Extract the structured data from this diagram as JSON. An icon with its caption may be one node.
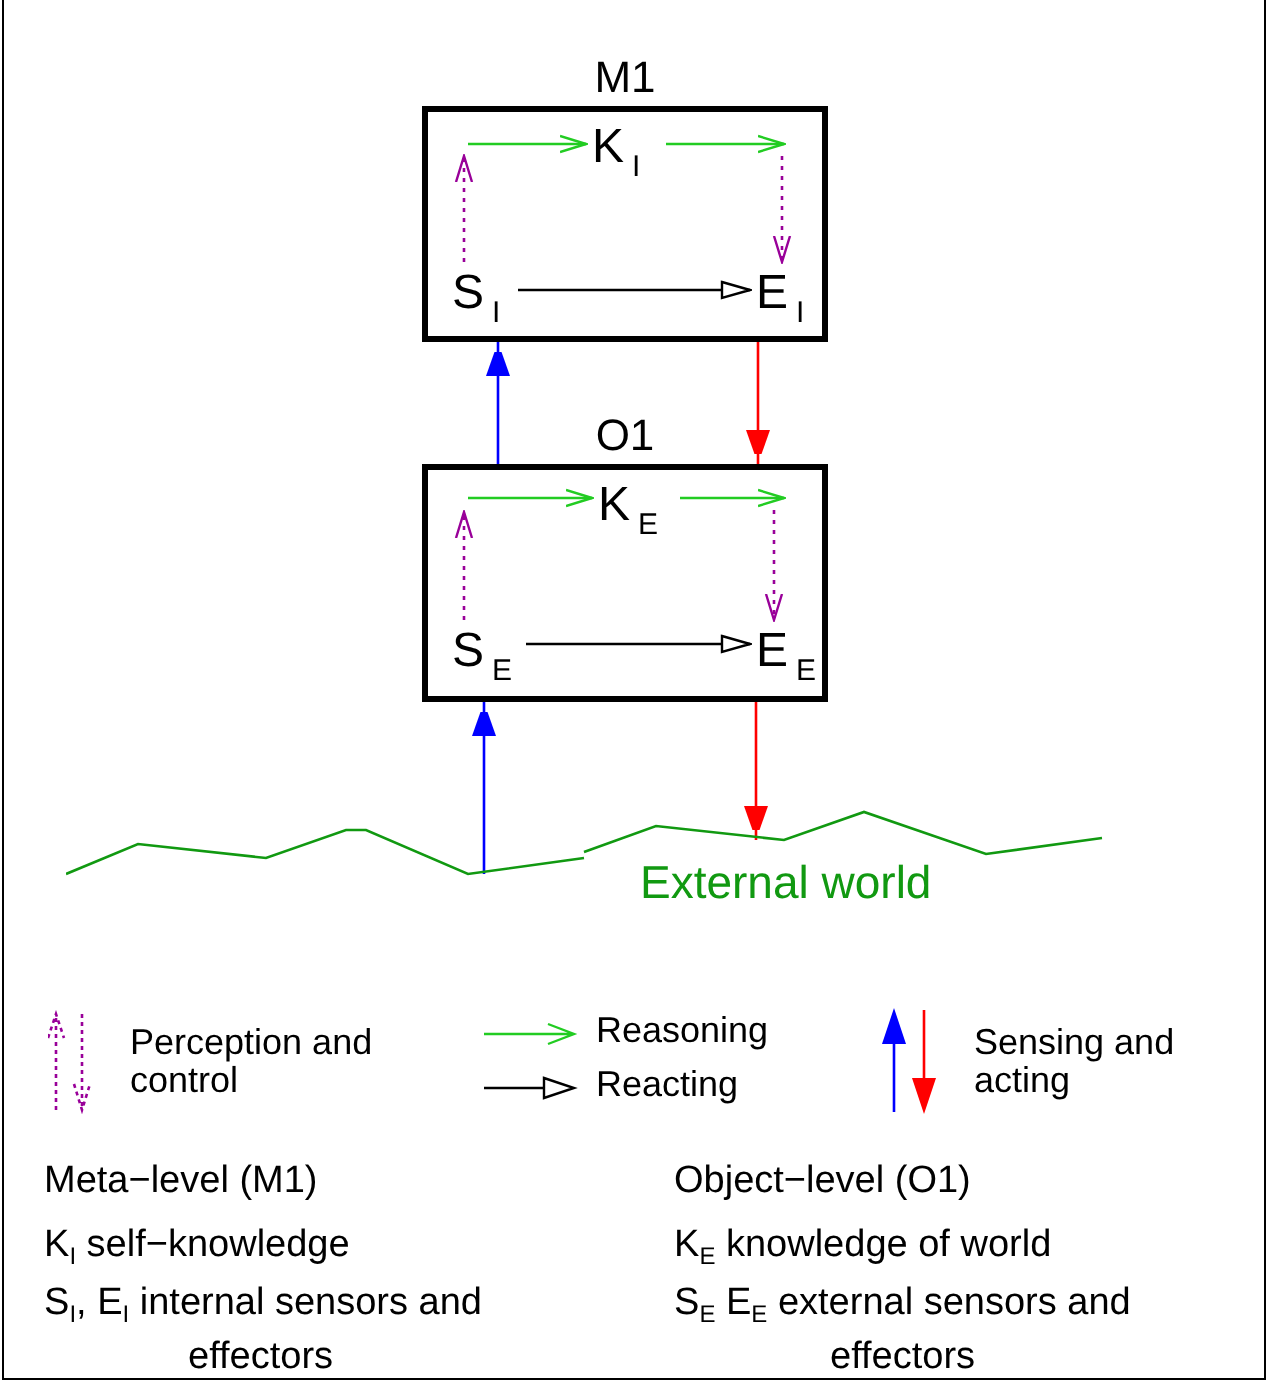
{
  "diagram": {
    "nodes": [
      {
        "text": [
          "M1"
        ]
      },
      {
        "text": [
          "K$_{I}$"
        ],
        "in": 0
      },
      {
        "text": [
          "S$_{I}$"
        ],
        "in": 0
      },
      {
        "text": [
          "E$_{I}$"
        ],
        "in": 0
      },
      {
        "text": [
          "O1"
        ]
      },
      {
        "text": [
          "K$_{E}$"
        ],
        "in": 4
      },
      {
        "text": [
          "S$_{E}$"
        ],
        "in": 4
      },
      {
        "text": [
          "E$_{E}$"
        ],
        "in": 4
      },
      {
        "text": [
          "External world"
        ]
      }
    ],
    "edges": [
      {
        "from": 2,
        "to": null,
        "arrow": "to",
        "style": "dashed",
        "color": "#990099"
      },
      {
        "from": null,
        "to": 1,
        "arrow": "to",
        "color": "#22cc22"
      },
      {
        "from": 1,
        "to": null,
        "arrow": "to",
        "color": "#22cc22"
      },
      {
        "from": null,
        "to": 3,
        "arrow": "to",
        "style": "dashed",
        "color": "#990099"
      },
      {
        "from": 2,
        "to": 3,
        "arrow": "to",
        "color": "#000000"
      },
      {
        "from": 6,
        "to": null,
        "arrow": "to",
        "style": "dashed",
        "color": "#990099"
      },
      {
        "from": null,
        "to": 5,
        "arrow": "to",
        "color": "#22cc22"
      },
      {
        "from": 5,
        "to": null,
        "arrow": "to",
        "color": "#22cc22"
      },
      {
        "from": null,
        "to": 7,
        "arrow": "to",
        "style": "dashed",
        "color": "#990099"
      },
      {
        "from": 6,
        "to": 7,
        "arrow": "to",
        "color": "#000000"
      },
      {
        "from": 4,
        "to": 0,
        "arrow": "to",
        "color": "#0000ff"
      },
      {
        "from": 0,
        "to": 4,
        "arrow": "to",
        "color": "#ff0000"
      },
      {
        "from": 8,
        "to": 4,
        "arrow": "to",
        "color": "#0000ff"
      },
      {
        "from": 4,
        "to": 8,
        "arrow": "to",
        "color": "#ff0000"
      }
    ],
    "labels": [
      "Meta−level (M1)",
      "K$_{I}$ self−knowledge",
      "S$_{I}$, E$_{I}$ internal sensors and effectors",
      "Object−level (O1)",
      "K$_{E}$ knowledge of world",
      "S$_{E}$ E$_{E}$ external sensors and effectors"
    ],
    "legend": [
      {
        "text": "Perception and control"
      },
      {
        "text": "Reasoning"
      },
      {
        "text": "Reacting"
      },
      {
        "text": "Sensing and acting"
      }
    ]
  }
}
